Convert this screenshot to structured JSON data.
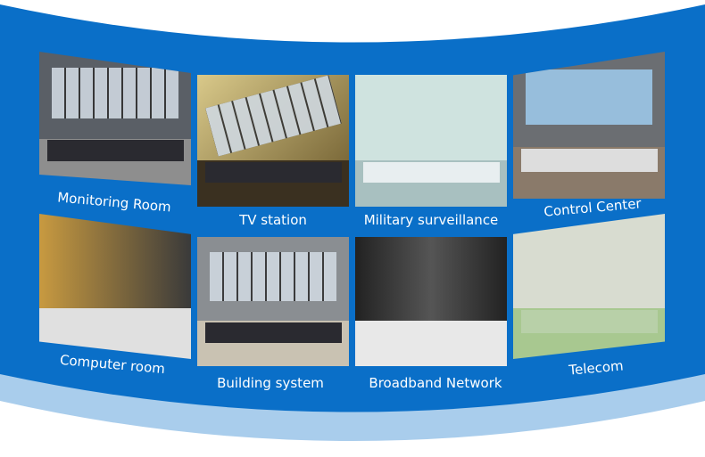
{
  "colors": {
    "blue": "#0a6fc8",
    "light_blue": "#a9cdec",
    "white": "#ffffff"
  },
  "panels": [
    {
      "label": "Monitoring Room"
    },
    {
      "label": "TV station"
    },
    {
      "label": "Military surveillance"
    },
    {
      "label": "Control Center"
    },
    {
      "label": "Computer room"
    },
    {
      "label": "Building system"
    },
    {
      "label": "Broadband Network"
    },
    {
      "label": "Telecom"
    }
  ]
}
